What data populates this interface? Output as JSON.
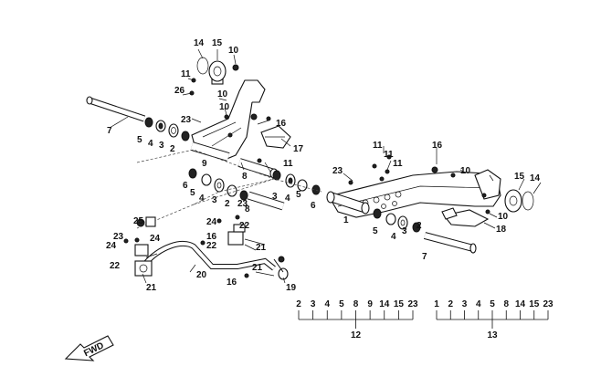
{
  "callouts": {
    "c14a": "14",
    "c15a": "15",
    "c10a": "10",
    "c11a": "11",
    "c26": "26",
    "c10b": "10",
    "c10c": "10",
    "c7a": "7",
    "c23a": "23",
    "c5a": "5",
    "c4a": "4",
    "c3a": "3",
    "c2a": "2",
    "c16a": "16",
    "c17": "17",
    "c9": "9",
    "c8a": "8",
    "c11b": "11",
    "c6a": "6",
    "c5b": "5",
    "c4b": "4",
    "c3b": "3",
    "c2b": "2",
    "c8b": "8",
    "c3c": "3",
    "c4c": "4",
    "c5c": "5",
    "c6b": "6",
    "c25": "25",
    "c24a": "24",
    "c23b": "23",
    "c22a": "22",
    "c23c": "23",
    "c24b": "24",
    "c23d": "23",
    "c22b": "22",
    "c16b": "16",
    "c21a": "21",
    "c21b": "21",
    "c20": "20",
    "c16c": "16",
    "c21c": "21",
    "c19": "19",
    "c11c": "11",
    "c11d": "11",
    "c16d": "16",
    "c23e": "23",
    "c10d": "10",
    "c11e": "11",
    "c1": "1",
    "c2c": "2",
    "c3d": "3",
    "c4d": "4",
    "c5d": "5",
    "c15b": "15",
    "c14b": "14",
    "c10e": "10",
    "c18": "18",
    "c7b": "7"
  },
  "assembly_12": {
    "items": [
      "2",
      "3",
      "4",
      "5",
      "8",
      "9",
      "14",
      "15",
      "23"
    ],
    "label": "12"
  },
  "assembly_13": {
    "items": [
      "1",
      "2",
      "3",
      "4",
      "5",
      "8",
      "14",
      "15",
      "23"
    ],
    "label": "13"
  },
  "fwd_label": "FWD"
}
